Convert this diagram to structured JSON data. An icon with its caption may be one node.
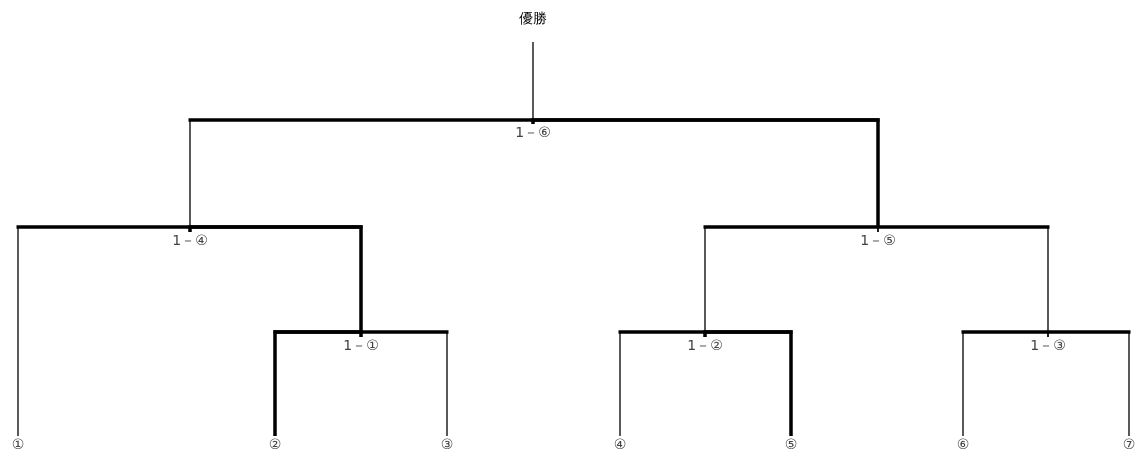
{
  "diagram": {
    "nodes": [
      {
        "text": [
          "優勝"
        ]
      },
      {
        "text": [
          "1－⑥"
        ]
      },
      {
        "text": [
          "1－④"
        ]
      },
      {
        "text": [
          "1－⑤"
        ]
      },
      {
        "text": [
          "1－①"
        ]
      },
      {
        "text": [
          "1－②"
        ]
      },
      {
        "text": [
          "1－③"
        ]
      },
      {
        "text": [
          "①"
        ]
      },
      {
        "text": [
          "②"
        ]
      },
      {
        "text": [
          "③"
        ]
      },
      {
        "text": [
          "④"
        ]
      },
      {
        "text": [
          "⑤"
        ]
      },
      {
        "text": [
          "⑥"
        ]
      },
      {
        "text": [
          "⑦"
        ]
      }
    ],
    "edges": [
      {
        "from": 1,
        "to": 0,
        "arrow": "none"
      },
      {
        "from": 2,
        "to": 1,
        "arrow": "none"
      },
      {
        "from": 3,
        "to": 1,
        "arrow": "none",
        "style": "thick"
      },
      {
        "from": 7,
        "to": 2,
        "arrow": "none"
      },
      {
        "from": 4,
        "to": 2,
        "arrow": "none",
        "style": "thick"
      },
      {
        "from": 8,
        "to": 4,
        "arrow": "none",
        "style": "thick"
      },
      {
        "from": 9,
        "to": 4,
        "arrow": "none"
      },
      {
        "from": 5,
        "to": 3,
        "arrow": "none"
      },
      {
        "from": 6,
        "to": 3,
        "arrow": "none"
      },
      {
        "from": 10,
        "to": 5,
        "arrow": "none"
      },
      {
        "from": 11,
        "to": 5,
        "arrow": "none",
        "style": "thick"
      },
      {
        "from": 12,
        "to": 6,
        "arrow": "none"
      },
      {
        "from": 13,
        "to": 6,
        "arrow": "none"
      }
    ]
  }
}
